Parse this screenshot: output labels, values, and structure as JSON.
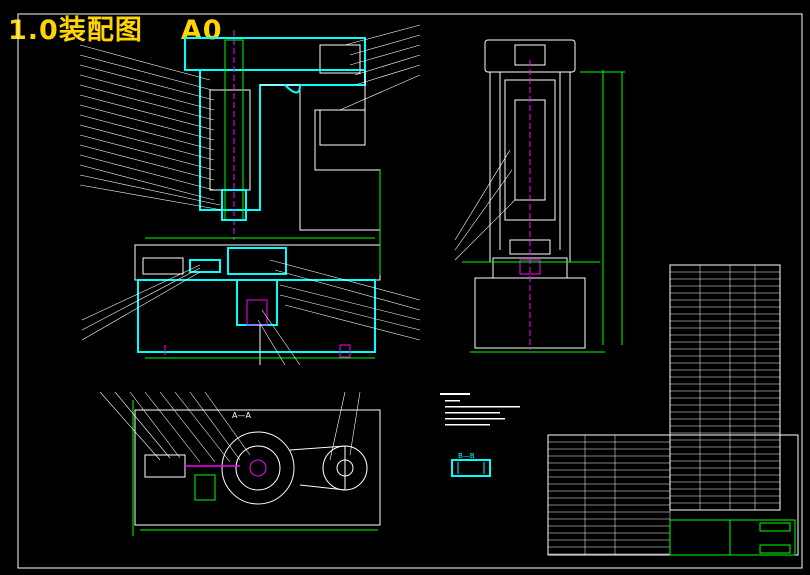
{
  "title": {
    "main": "1.0装配图",
    "sheet": "A0"
  },
  "section_labels": {
    "aa": "A—A",
    "bb": "B—B"
  },
  "colors": {
    "background": "#000000",
    "title": "#ffd400",
    "outline": "#00ffff",
    "lines": "#ffffff",
    "dimensions": "#00ff00",
    "highlight": "#ff00ff",
    "frame": "#ffffff"
  }
}
